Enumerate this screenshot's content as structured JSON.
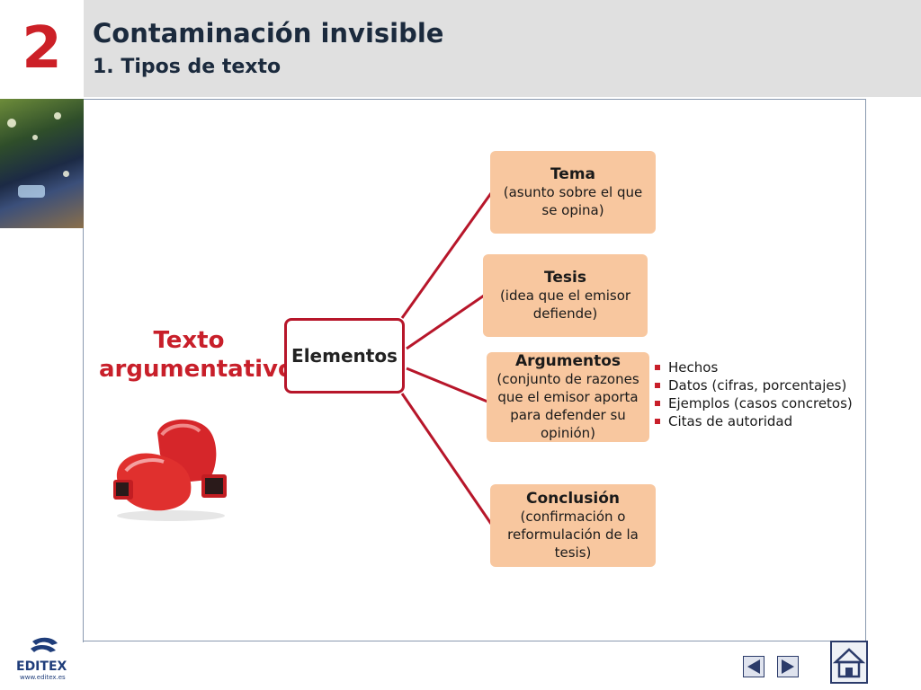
{
  "header": {
    "chapter_number": "2",
    "title": "Contaminación invisible",
    "subtitle": "1. Tipos de texto"
  },
  "diagram": {
    "main_label": "Texto argumentativo",
    "center_label": "Elementos",
    "boxes": [
      {
        "title": "Tema",
        "desc": "(asunto sobre el que se opina)"
      },
      {
        "title": "Tesis",
        "desc": "(idea que el emisor defiende)"
      },
      {
        "title": "Argumentos",
        "desc": "(conjunto de razones que el emisor aporta para defender su opinión)"
      },
      {
        "title": "Conclusión",
        "desc": "(confirmación o reformulación de la tesis)"
      }
    ],
    "bullets": [
      "Hechos",
      "Datos (cifras, porcentajes)",
      "Ejemplos (casos concretos)",
      "Citas de autoridad"
    ]
  },
  "footer": {
    "logo_text": "EDITEX",
    "logo_url": "www.editex.es"
  },
  "colors": {
    "accent": "#c81f2a",
    "box_fill": "#f8c79f",
    "header_bg": "#e0e0e0",
    "connector": "#b7162a"
  },
  "icons": {
    "prev": "triangle-left-icon",
    "next": "triangle-right-icon",
    "home": "home-icon"
  }
}
